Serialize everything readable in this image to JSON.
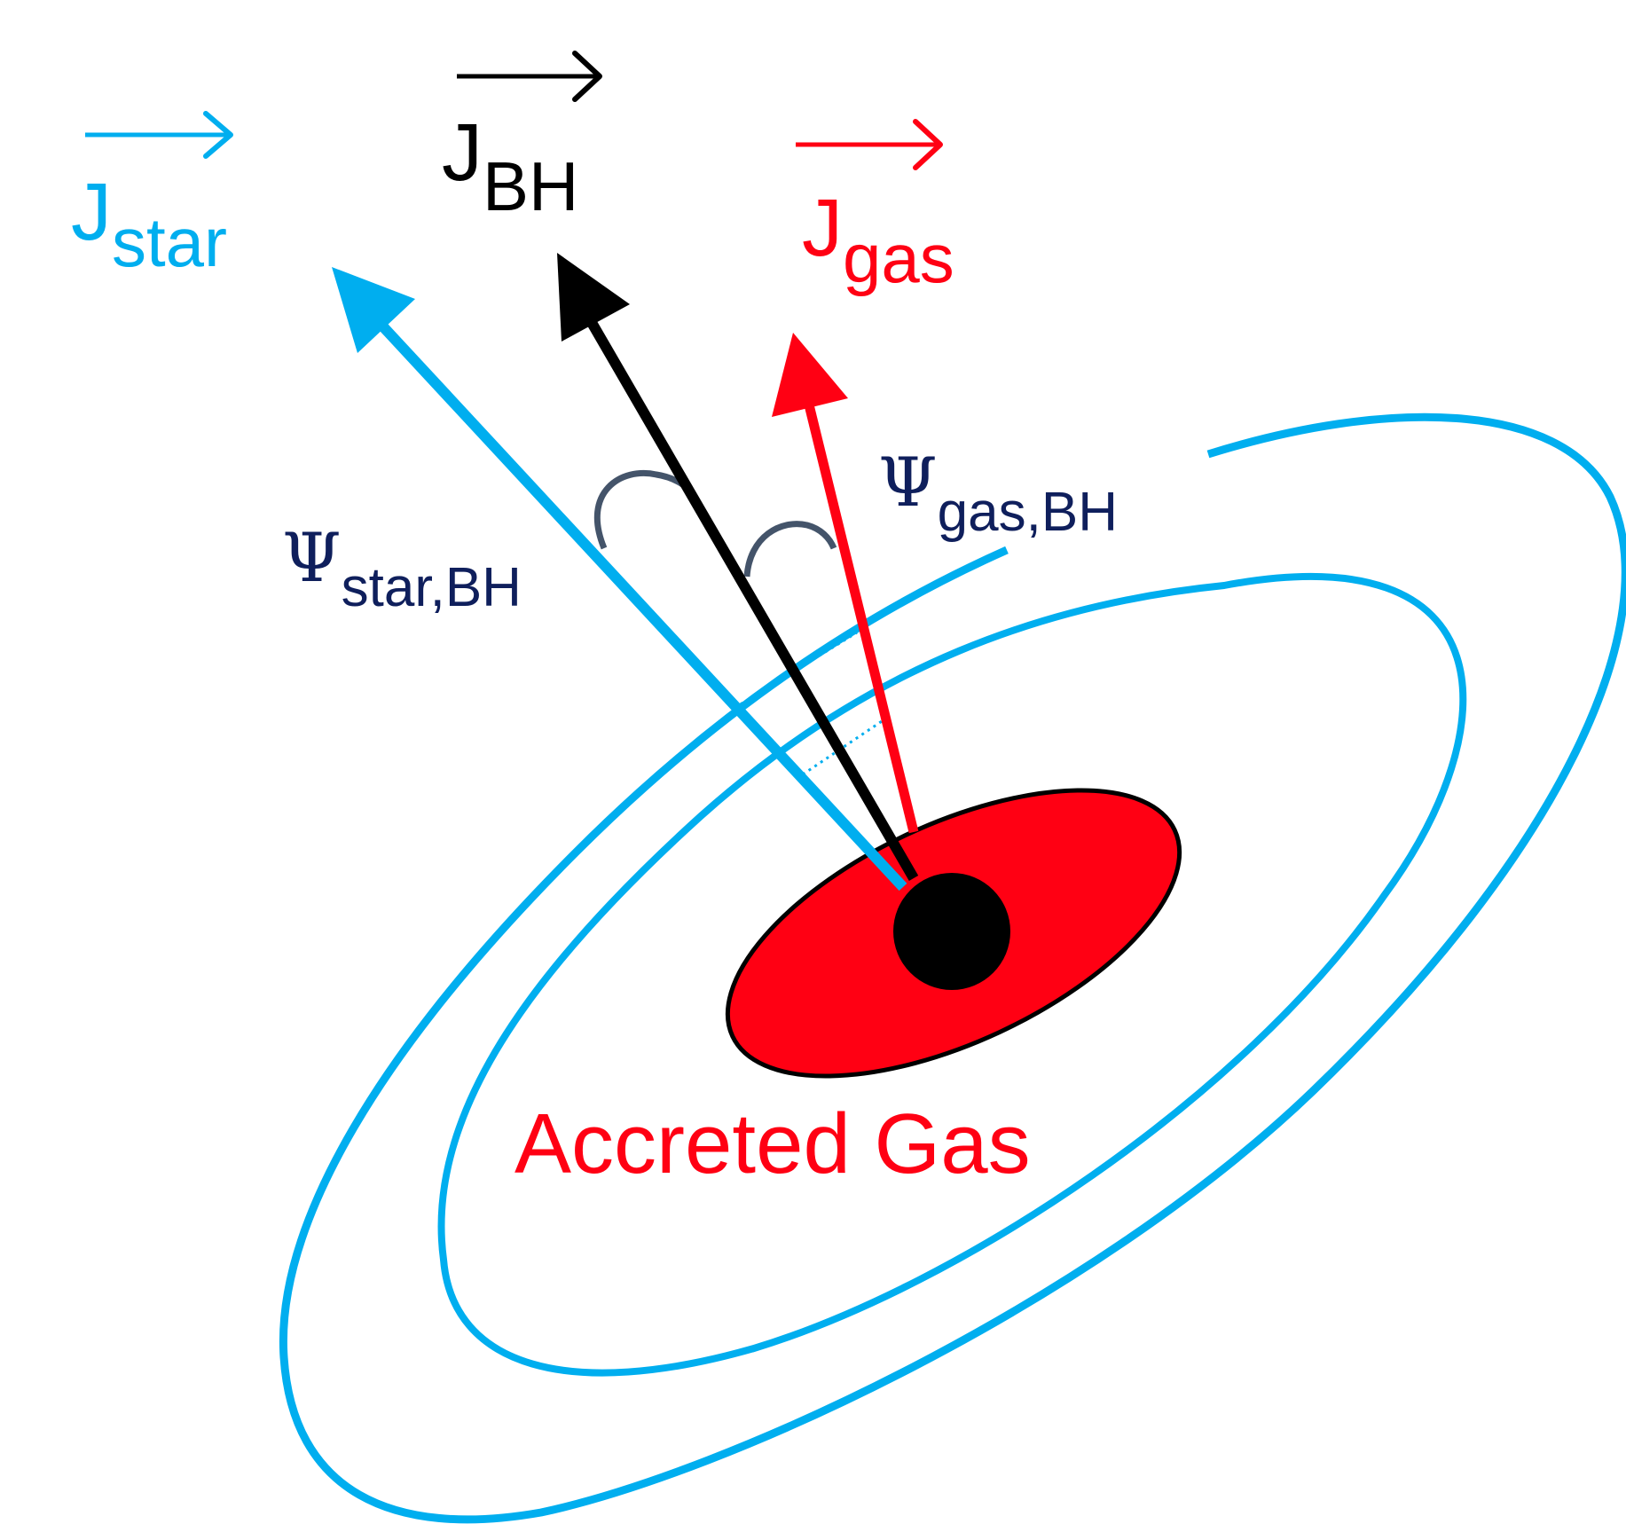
{
  "colors": {
    "star": "#00AEEF",
    "bh": "#000000",
    "gas": "#FF0013",
    "angle_label": "#0F1F5C",
    "angle_arc": "#44546A"
  },
  "vectors": {
    "star": {
      "symbol": "J",
      "subscript": "star"
    },
    "bh": {
      "symbol": "J",
      "subscript": "BH"
    },
    "gas": {
      "symbol": "J",
      "subscript": "gas"
    }
  },
  "angles": {
    "star_bh": {
      "symbol": "Ψ",
      "subscript": "star,BH"
    },
    "gas_bh": {
      "symbol": "Ψ",
      "subscript": "gas,BH"
    }
  },
  "accreted_gas_label": "Accreted Gas"
}
